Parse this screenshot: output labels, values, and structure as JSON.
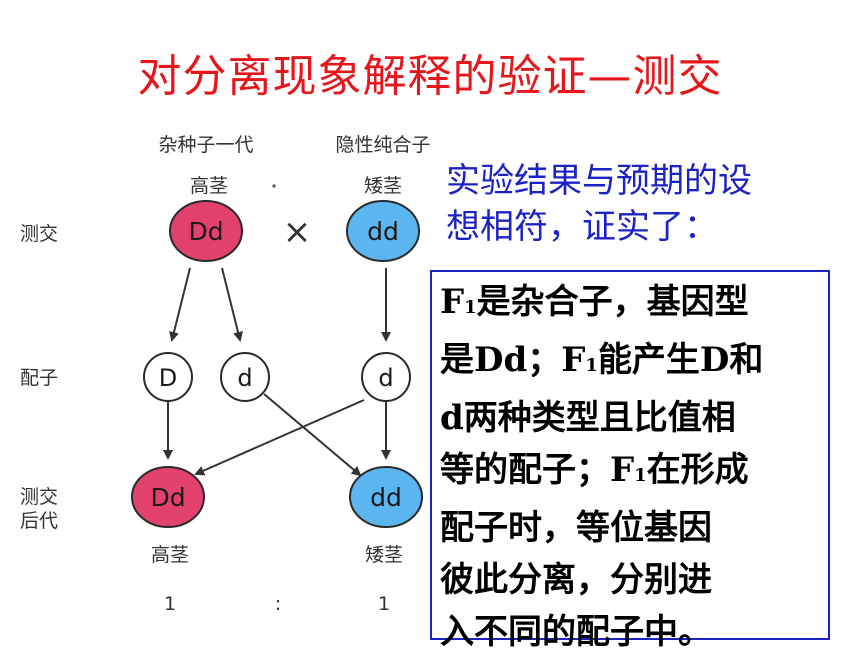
{
  "title": "对分离现象解释的验证—测交",
  "diagram": {
    "parent_left_label": "杂种子一代",
    "parent_right_label": "隐性纯合子",
    "phenotype_tall": "高茎",
    "phenotype_short": "矮茎",
    "row_testcross": "测交",
    "row_gametes": "配子",
    "row_offspring_line1": "测交",
    "row_offspring_line2": "后代",
    "cross_symbol": "×",
    "parent_left_genotype": "Dd",
    "parent_right_genotype": "dd",
    "gamete_1": "D",
    "gamete_2": "d",
    "gamete_3": "d",
    "offspring_left_genotype": "Dd",
    "offspring_right_genotype": "dd",
    "offspring_left_phenotype": "高茎",
    "offspring_right_phenotype": "矮茎",
    "ratio_left": "1",
    "ratio_colon": ":",
    "ratio_right": "1",
    "colors": {
      "pink": "#e2416d",
      "blue": "#5bb6ef"
    }
  },
  "conclusion": {
    "line1": "实验结果与预期的设",
    "line2": "想相符，证实了："
  },
  "explanation": {
    "l1_a": "F",
    "l1_sub": "1",
    "l1_b": "是杂合子，基因型",
    "l2_a": "是Dd；F",
    "l2_sub": "1",
    "l2_b": "能产生D和",
    "l3": "d两种类型且比值相",
    "l4_a": "等的配子；F",
    "l4_sub": "1",
    "l4_b": "在形成",
    "l5": "配子时，等位基因",
    "l6": "彼此分离，分别进",
    "l7": "入不同的配子中。"
  }
}
